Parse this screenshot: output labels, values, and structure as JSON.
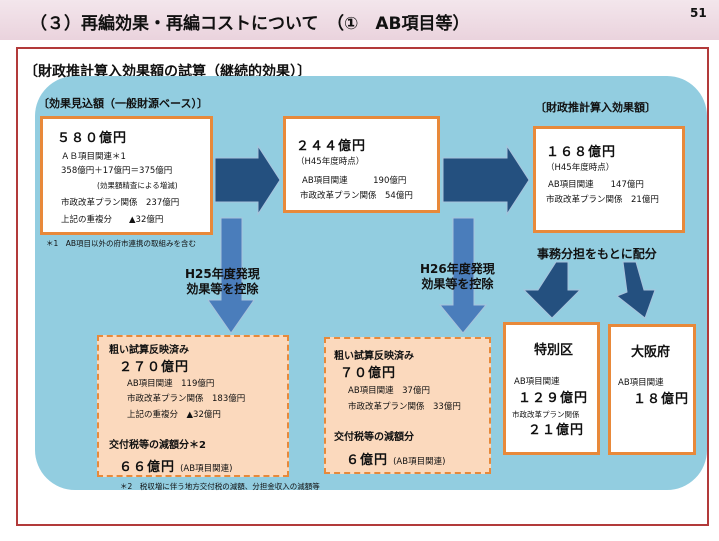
{
  "header": {
    "title": "（３）再編効果・再編コストについて　（①　AB項目等）",
    "page_number": "51"
  },
  "section_title": "〔財政推計算入効果額の試算（継続的効果）〕",
  "labels": {
    "effect_estimate": "〔効果見込額（一般財源ベース）〕",
    "fiscal_projection": "〔財政推計算入効果額〕",
    "h25_control": [
      "H25年度発現",
      "効果等を控除"
    ],
    "h26_control": [
      "H26年度発現",
      "効果等を控除"
    ],
    "distribution": "事務分担をもとに配分"
  },
  "box_580": {
    "total": "５８０億円",
    "ab_item": "ＡＢ項目関連＊1",
    "formula": "358億円＋17億円＝375億円",
    "formula_note": "(効果額精査による増減)",
    "plan": "市政改革プラン関係　237億円",
    "overlap": "上記の重複分　　▲32億円"
  },
  "footnote1": "＊1　AB項目以外の府市連携の取組みを含む",
  "box_244": {
    "total": "２４４億円",
    "timing": "（H45年度時点）",
    "ab_item": "AB項目関連　　　190億円",
    "plan": "市政改革プラン関係　54億円"
  },
  "box_168": {
    "total": "１６８億円",
    "timing": "（H45年度時点）",
    "ab_item": "AB項目関連　　147億円",
    "plan": "市政改革プラン関係　21億円"
  },
  "rough_h25": {
    "heading": "粗い試算反映済み",
    "total": "２７０億円",
    "ab_item": "AB項目関連　119億円",
    "plan": "市政改革プラン関係　183億円",
    "overlap": "上記の重複分　▲32億円",
    "tax_heading": "交付税等の減額分＊2",
    "tax_amount": "６６億円",
    "tax_note": "(AB項目関連)"
  },
  "rough_h26": {
    "heading": "粗い試算反映済み",
    "total": "７０億円",
    "ab_item": "AB項目関連　37億円",
    "plan": "市政改革プラン関係　33億円",
    "tax_heading": "交付税等の減額分",
    "tax_amount": "６億円",
    "tax_note": "(AB項目関連)"
  },
  "footnote2": "＊2　税収増に伴う地方交付税の減額、分担金収入の減額等",
  "special_ward": {
    "title": "特別区",
    "ab_item": "AB項目関連",
    "ab_amount": "１２９億円",
    "plan": "市政改革プラン関係",
    "plan_amount": "２１億円"
  },
  "osaka_pref": {
    "title": "大阪府",
    "ab_item": "AB項目関連",
    "ab_amount": "１８億円"
  },
  "colors": {
    "panel": "#92cde0",
    "box_border": "#e8893a",
    "orange_fill": "#fbd9bd",
    "arrow": "#24507f",
    "frame": "#b23a3a"
  }
}
